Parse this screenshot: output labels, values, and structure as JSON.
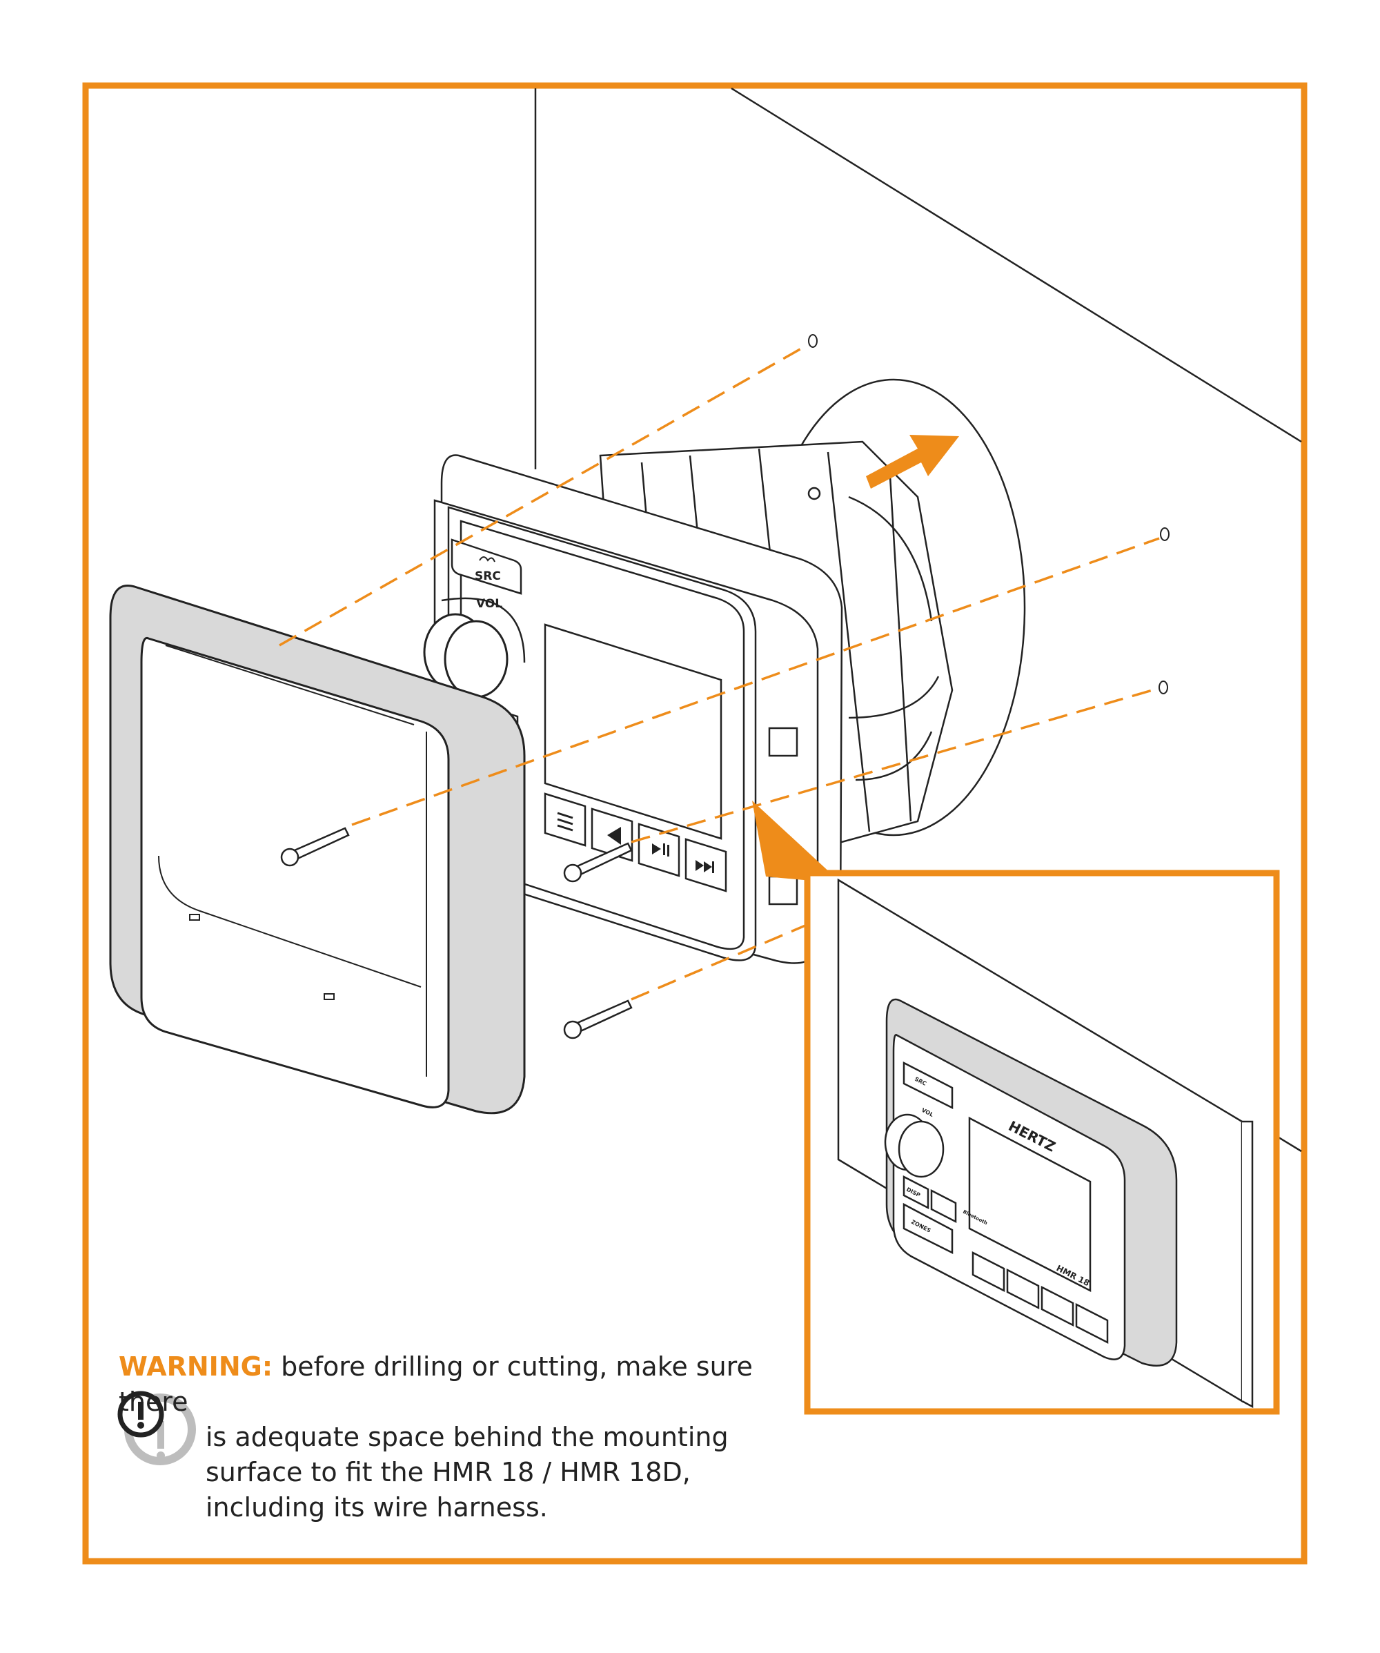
{
  "colors": {
    "accent": "#ee8c1a",
    "line": "#222222",
    "bezel_fill": "#d9d9d9",
    "icon_grey": "#bdbdbd"
  },
  "unit": {
    "src_label": "SRC",
    "vol_label": "VOL",
    "disp_label": "DISP",
    "zones_label": "ZONES",
    "brand": "HERTZ",
    "model": "HMR 18",
    "bluetooth_label": "Bluetooth"
  },
  "icons": {
    "menu": "menu-lines-icon",
    "previous": "skip-previous-icon",
    "play_pause": "play-pause-icon",
    "next": "skip-next-icon",
    "brightness": "sun-icon",
    "warning": "exclamation-circle-icon",
    "direction": "arrow-icon"
  },
  "warning": {
    "heading": "WARNING:",
    "line1": "before drilling or cutting, make sure there",
    "body": "is adequate space behind the mounting surface to fit the HMR 18 / HMR 18D, including its wire harness."
  }
}
